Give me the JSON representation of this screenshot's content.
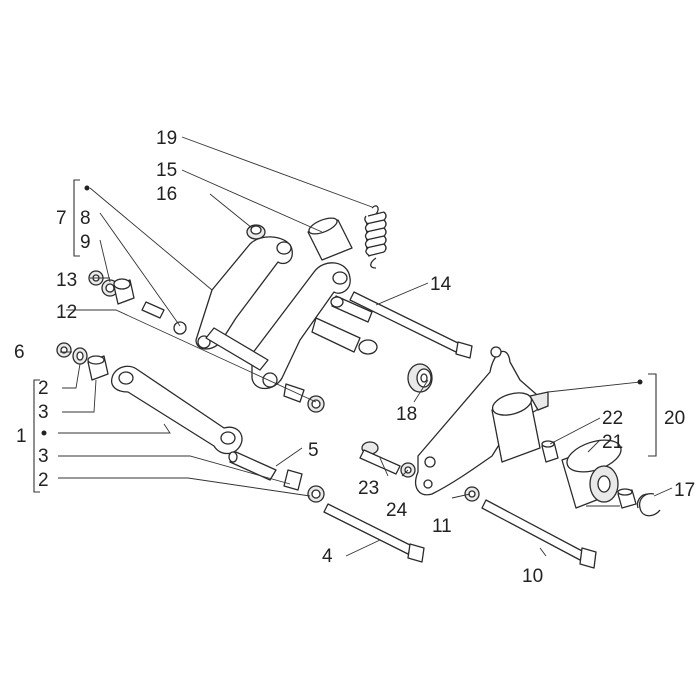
{
  "callouts": {
    "c1": "1",
    "c2a": "2",
    "c2b": "2",
    "c3a": "3",
    "c3b": "3",
    "c4": "4",
    "c5": "5",
    "c6": "6",
    "c7": "7",
    "c8": "8",
    "c9": "9",
    "c10": "10",
    "c11": "11",
    "c12": "12",
    "c13": "13",
    "c14": "14",
    "c15": "15",
    "c16": "16",
    "c17": "17",
    "c18": "18",
    "c19": "19",
    "c20": "20",
    "c21": "21",
    "c22": "22",
    "c23": "23",
    "c24": "24"
  }
}
